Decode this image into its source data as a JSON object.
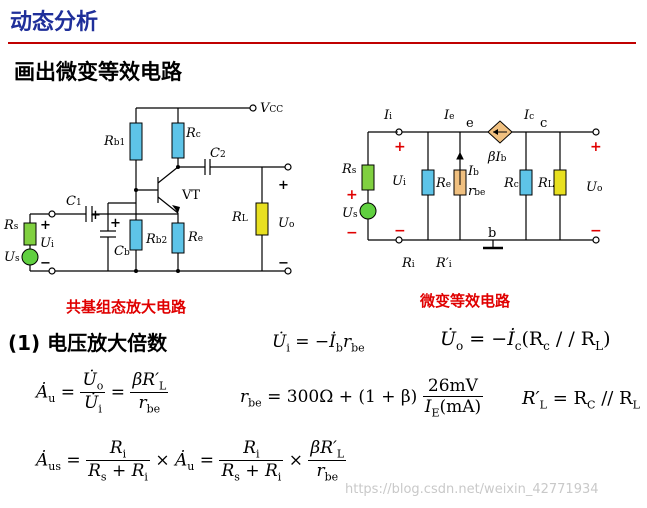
{
  "slide": {
    "title": "动态分析",
    "subtitle": "画出微变等效电路",
    "caption_left": "共基组态放大电路",
    "caption_right": "微变等效电路",
    "section": "(1) 电压放大倍数",
    "watermark": "https://blog.csdn.net/weixin_42771934"
  },
  "circuit_left": {
    "labels": {
      "vcc": "V",
      "vcc_sub": "CC",
      "rb1": "R",
      "rb1_sub": "b1",
      "rc": "R",
      "rc_sub": "c",
      "c2": "C",
      "c2_sub": "2",
      "vt": "VT",
      "c1": "C",
      "c1_sub": "1",
      "rb2": "R",
      "rb2_sub": "b2",
      "re": "R",
      "re_sub": "e",
      "cb": "C",
      "cb_sub": "b",
      "rs": "R",
      "rs_sub": "s",
      "ui": "U",
      "ui_sub": "i",
      "us": "U",
      "us_sub": "s",
      "rl": "R",
      "rl_sub": "L",
      "uo": "U",
      "uo_sub": "o",
      "plus": "+",
      "minus": "−"
    }
  },
  "circuit_right": {
    "labels": {
      "ii": "I",
      "ii_sub": "i",
      "ie": "I",
      "ie_sub": "e",
      "e": "e",
      "ic": "I",
      "ic_sub": "c",
      "c": "c",
      "beta_ib": "βI",
      "beta_ib_sub": "b",
      "rs": "R",
      "rs_sub": "s",
      "ui": "U",
      "ui_sub": "i",
      "re": "R",
      "re_sub": "e",
      "ib": "I",
      "ib_sub": "b",
      "rbe": "r",
      "rbe_sub": "be",
      "rc": "R",
      "rc_sub": "c",
      "rl": "R",
      "rl_sub": "L",
      "uo": "U",
      "uo_sub": "o",
      "us": "U",
      "us_sub": "s",
      "b": "b",
      "ri": "R",
      "ri_sub": "i",
      "ri2": "R′",
      "ri2_sub": "i",
      "plus": "+",
      "minus": "−"
    }
  },
  "equations": {
    "ui_eq": "= −",
    "ui_rhs_i": "I",
    "ui_rhs_sub": "b",
    "ui_rhs_r": "r",
    "ui_rhs_rsub": "be",
    "uo_eq": "= −",
    "uo_rhs": "(R",
    "uo_rhs2": " / / R",
    "uo_rhs3": ")",
    "au_num1": "U",
    "au_den1": "U",
    "au_num2": "βR′",
    "au_den2": "r",
    "rbe_eq": "= 300Ω + (1 + β)",
    "rbe_num": "26mV",
    "rbe_den": "I",
    "rbe_den2": "(mA)",
    "rl_eq": "R′",
    "rl_rhs": "= R",
    "rl_rhs2": " // R",
    "aus_num1": "R",
    "aus_den1": "R",
    "aus_den1b": " + R",
    "aus_times": "×",
    "aus_num2": "βR′"
  }
}
